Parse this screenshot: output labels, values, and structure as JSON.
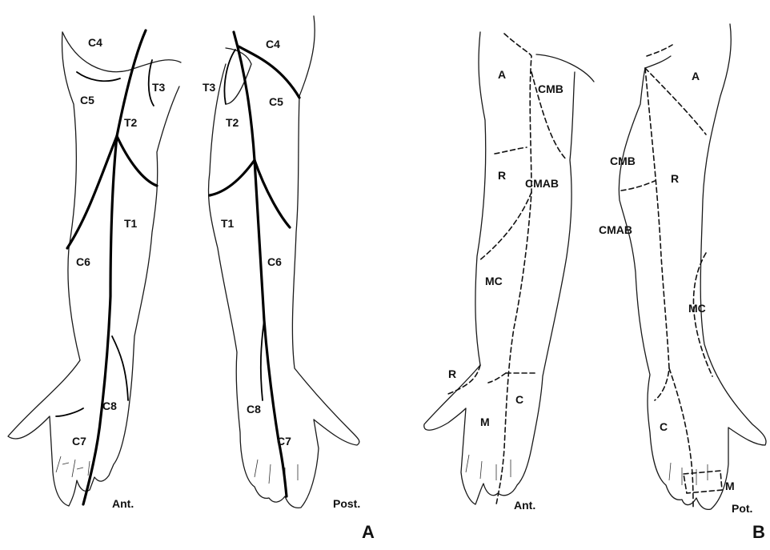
{
  "panel_a": {
    "letter": "A",
    "anterior": {
      "view_label": "Ant.",
      "labels": [
        "C4",
        "C5",
        "T3",
        "T2",
        "T1",
        "C6",
        "C8",
        "C7"
      ]
    },
    "posterior": {
      "view_label": "Post.",
      "labels": [
        "C4",
        "T3",
        "C5",
        "T2",
        "T1",
        "C6",
        "C8",
        "C7"
      ]
    }
  },
  "panel_b": {
    "letter": "B",
    "anterior": {
      "view_label": "Ant.",
      "labels": [
        "A",
        "CMB",
        "R",
        "CMAB",
        "MC",
        "R",
        "C",
        "M"
      ]
    },
    "posterior": {
      "view_label": "Pot.",
      "labels": [
        "A",
        "CMB",
        "R",
        "CMAB",
        "MC",
        "C",
        "M"
      ]
    }
  },
  "colors": {
    "line": "#000000",
    "background": "#ffffff"
  }
}
